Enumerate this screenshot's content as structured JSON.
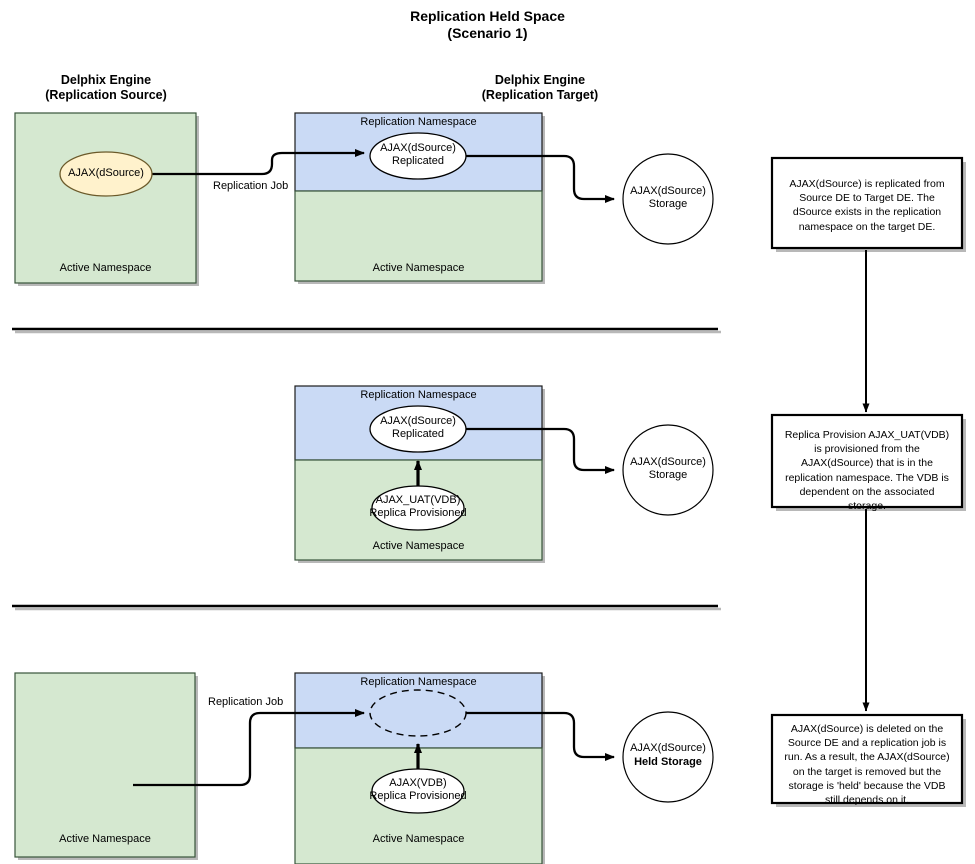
{
  "title": "Replication Held Space\n(Scenario 1)",
  "headers": {
    "source": "Delphix Engine\n(Replication Source)",
    "target": "Delphix Engine\n(Replication Target)"
  },
  "labels": {
    "active_namespace": "Active Namespace",
    "replication_namespace": "Replication Namespace",
    "replication_job": "Replication Job"
  },
  "rows": [
    {
      "id": "row-1",
      "source_node": "AJAX(dSource)",
      "target_node": "AJAX(dSource)\nReplicated",
      "storage_node": "AJAX(dSource)\nStorage",
      "storage_node_bold": "",
      "edge_label": "Replication Job",
      "note": "AJAX(dSource) is replicated from Source DE to Target DE.  The dSource exists in the replication namespace on the target DE."
    },
    {
      "id": "row-2",
      "source_node": "",
      "target_node": "AJAX(dSource)\nReplicated",
      "vdb_node": "AJAX_UAT(VDB)\nReplica Provisioned",
      "storage_node": "AJAX(dSource)\nStorage",
      "storage_node_bold": "",
      "edge_label": "",
      "note": "Replica Provision AJAX_UAT(VDB) is provisioned from the AJAX(dSource) that is in the replication namespace.  The VDB is dependent on the associated storage."
    },
    {
      "id": "row-3",
      "source_node": "",
      "target_node": "",
      "vdb_node": "AJAX(VDB)\nReplica Provisioned",
      "storage_node": "AJAX(dSource)",
      "storage_node_bold": "Held Storage",
      "edge_label": "Replication Job",
      "note": "AJAX(dSource) is deleted on the Source DE and a replication job is run.  As a result, the AJAX(dSource) on the target is removed but the storage is 'held' because the VDB still depends on it."
    }
  ],
  "colors": {
    "active_namespace_fill": "#d5e8d0",
    "replication_namespace_fill": "#cadaf5",
    "dsource_fill": "#fff2cc",
    "node_fill": "#ffffff",
    "stroke": "#000000",
    "namespace_stroke": "#38543a",
    "shadow": "#b8b8b8"
  }
}
